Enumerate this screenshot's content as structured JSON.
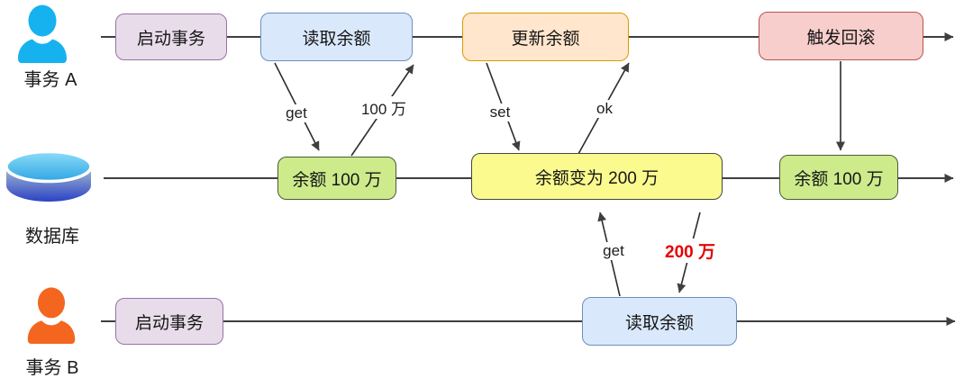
{
  "rows": {
    "transaction_a": {
      "label": "事务 A",
      "boxes": {
        "start": "启动事务",
        "read": "读取余额",
        "update": "更新余额",
        "rollback": "触发回滚"
      }
    },
    "database": {
      "label": "数据库",
      "boxes": {
        "balance_before": "余额 100 万",
        "balance_changed": "余额变为 200 万",
        "balance_after": "余额 100 万"
      }
    },
    "transaction_b": {
      "label": "事务 B",
      "boxes": {
        "start": "启动事务",
        "read": "读取余额"
      }
    }
  },
  "messages": {
    "get_a": "get",
    "result_100": "100 万",
    "set": "set",
    "ok": "ok",
    "get_b": "get",
    "result_200": "200 万"
  },
  "colors": {
    "start_fill": "#e8dcea",
    "start_border": "#9673a6",
    "read_fill": "#dae8fc",
    "read_border": "#6c8ebf",
    "update_fill": "#ffe6cc",
    "update_border": "#d79b00",
    "rollback_fill": "#f8cecc",
    "rollback_border": "#b85450",
    "balance_fill": "#cdeb8b",
    "changed_fill": "#fafa8e",
    "highlight_red": "#e60000",
    "line": "#3f3f3f",
    "person_a": "#16b2ef",
    "person_b": "#f4661f",
    "db_top": "#57c4f0",
    "db_bottom": "#2b46c6"
  }
}
